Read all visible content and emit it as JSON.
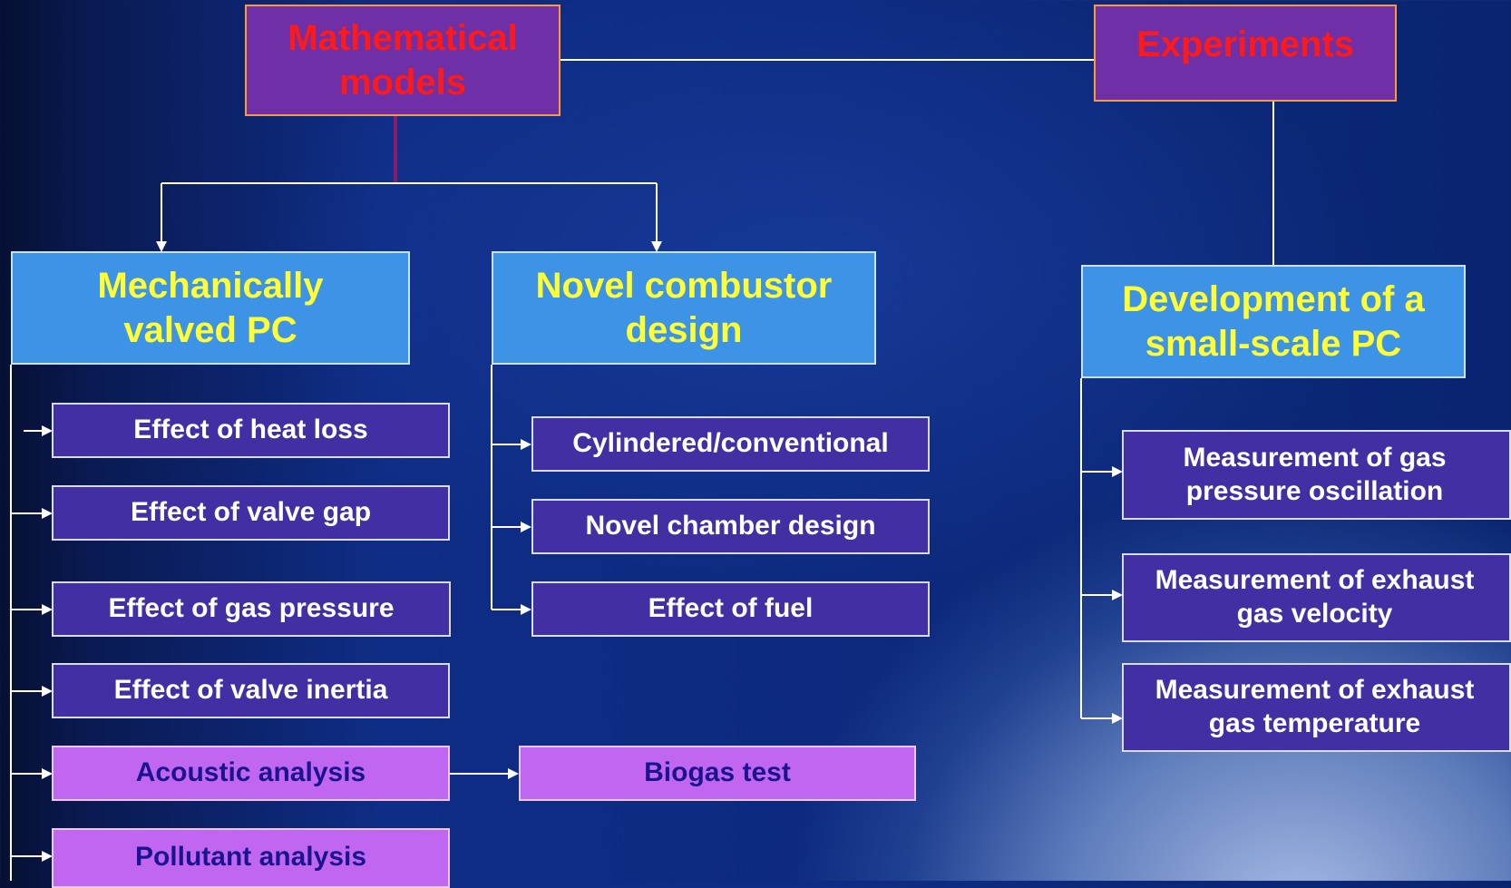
{
  "diagram": {
    "top": {
      "models": "Mathematical\nmodels",
      "experiments": "Experiments"
    },
    "branches": {
      "mechanically": "Mechanically\nvalved PC",
      "novel": "Novel combustor\ndesign",
      "development": "Development of a\nsmall-scale PC"
    },
    "mechanically_items": [
      "Effect of  heat loss",
      "Effect of  valve gap",
      "Effect of   gas pressure",
      "Effect of  valve inertia",
      "Acoustic analysis",
      "Pollutant analysis"
    ],
    "novel_items": [
      "Cylindered/conventional",
      "Novel chamber design",
      "Effect of  fuel"
    ],
    "biogas": "Biogas test",
    "development_items": [
      "Measurement of gas\npressure oscillation",
      "Measurement of exhaust\ngas velocity",
      "Measurement of exhaust\ngas temperature"
    ]
  },
  "colors": {
    "top_fill": "#6f2fa6",
    "top_border": "#ff9a2e",
    "top_text": "#ff1a1a",
    "mid_fill": "#3d93e6",
    "mid_text": "#ffff33",
    "sub_fill": "#422fa3",
    "sub_text": "#ffffff",
    "highlight_fill": "#c066f0",
    "highlight_text": "#1b148f",
    "connector": "#ffffff",
    "accent_connector": "#8a1a6a"
  }
}
